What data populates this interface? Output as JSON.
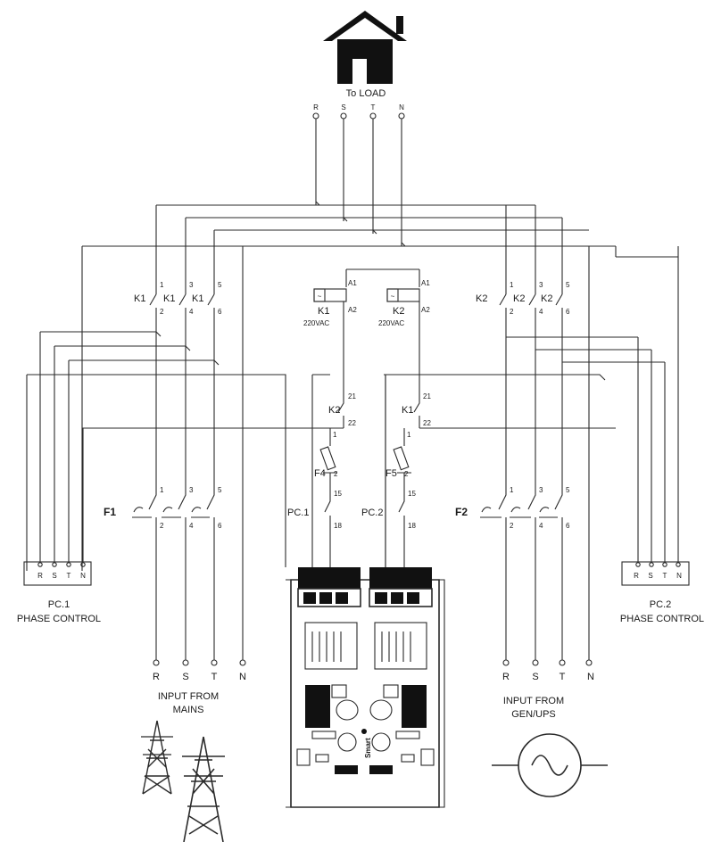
{
  "load": {
    "title": "To LOAD",
    "terminals": [
      "R",
      "S",
      "T",
      "N"
    ]
  },
  "contactor_k1": {
    "label": "K1",
    "voltage": "220VAC",
    "coil_top": "A1",
    "coil_bottom": "A2",
    "coil_symbol": "~"
  },
  "contactor_k2": {
    "label": "K2",
    "voltage": "220VAC",
    "coil_top": "A1",
    "coil_bottom": "A2",
    "coil_symbol": "~"
  },
  "contacts": {
    "left": {
      "labels": [
        "K1",
        "K1",
        "K1"
      ],
      "top": [
        "1",
        "3",
        "5"
      ],
      "bottom": [
        "2",
        "4",
        "6"
      ]
    },
    "right": {
      "labels": [
        "K2",
        "K2",
        "K2"
      ],
      "top": [
        "1",
        "3",
        "5"
      ],
      "bottom": [
        "2",
        "4",
        "6"
      ]
    }
  },
  "interlock_left": {
    "label": "K2",
    "top": "21",
    "bottom": "22"
  },
  "interlock_right": {
    "label": "K1",
    "top": "21",
    "bottom": "22"
  },
  "fuses": {
    "left": {
      "label": "F4",
      "pin1": "1",
      "pin2": "2"
    },
    "right": {
      "label": "F5",
      "pin1": "1",
      "pin2": "2"
    }
  },
  "phase_contacts": {
    "left": {
      "label": "PC.1",
      "top": "15",
      "bottom": "18"
    },
    "right": {
      "label": "PC.2",
      "top": "15",
      "bottom": "18"
    }
  },
  "breakers": {
    "left": {
      "label": "F1",
      "top": [
        "1",
        "3",
        "5"
      ],
      "bottom": [
        "2",
        "4",
        "6"
      ]
    },
    "right": {
      "label": "F2",
      "top": [
        "1",
        "3",
        "5"
      ],
      "bottom": [
        "2",
        "4",
        "6"
      ]
    }
  },
  "pc1_box": {
    "terminals": [
      "R",
      "S",
      "T",
      "N"
    ],
    "title": "PC.1",
    "subtitle": "PHASE CONTROL"
  },
  "pc2_box": {
    "terminals": [
      "R",
      "S",
      "T",
      "N"
    ],
    "title": "PC.2",
    "subtitle": "PHASE CONTROL"
  },
  "mains": {
    "terminals": [
      "R",
      "S",
      "T",
      "N"
    ],
    "line1": "INPUT FROM",
    "line2": "MAINS"
  },
  "gen": {
    "terminals": [
      "R",
      "S",
      "T",
      "N"
    ],
    "line1": "INPUT FROM",
    "line2": "GEN/UPS"
  },
  "device": {
    "brand": "Smart"
  },
  "icons": [
    "house-icon",
    "transmission-tower-icon",
    "generator-icon"
  ]
}
